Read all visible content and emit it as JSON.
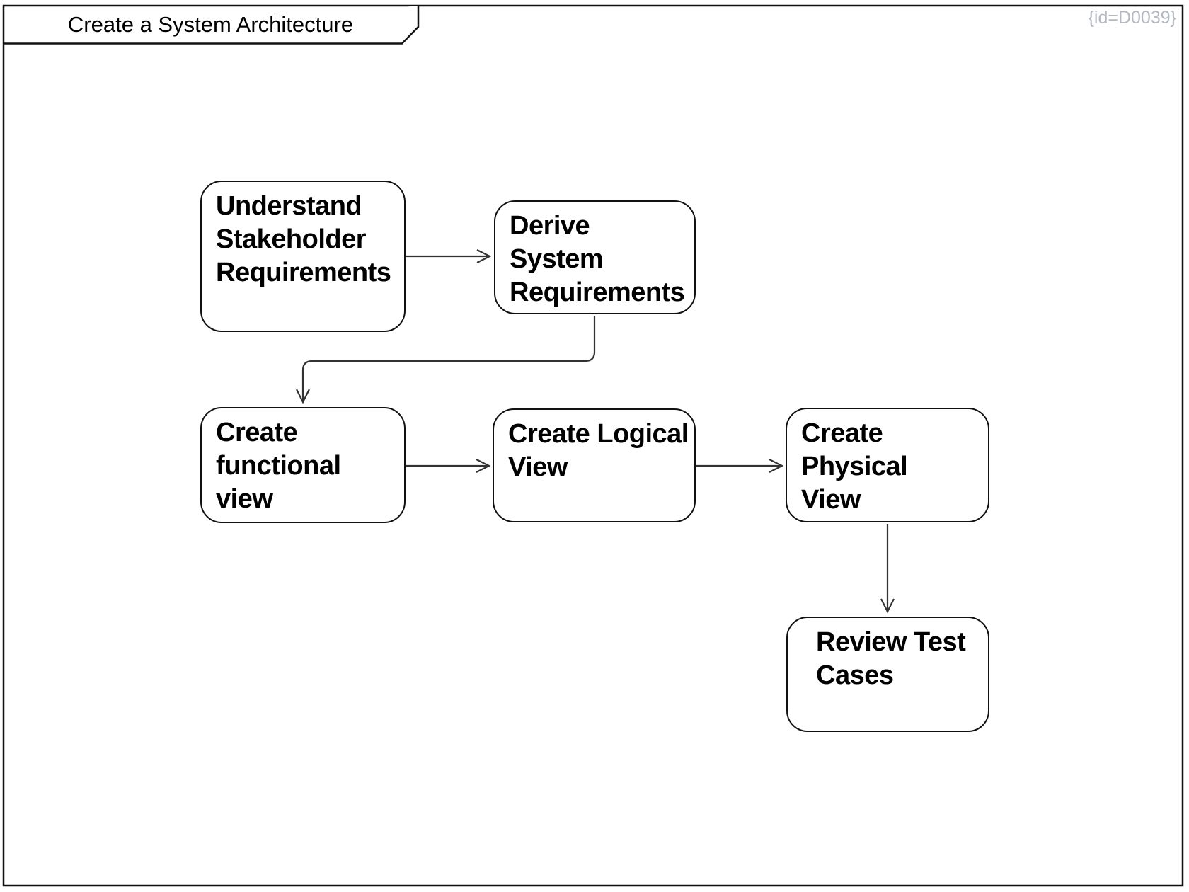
{
  "frame": {
    "title": "Create a System Architecture",
    "id_label": "{id=D0039}"
  },
  "nodes": [
    {
      "id": "n1",
      "label": "Understand\nStakeholder\nRequirements"
    },
    {
      "id": "n2",
      "label": "Derive System\nRequirements"
    },
    {
      "id": "n3",
      "label": "Create\nfunctional view"
    },
    {
      "id": "n4",
      "label": "Create Logical\nView"
    },
    {
      "id": "n5",
      "label": "Create Physical\nView"
    },
    {
      "id": "n6",
      "label": "Review Test\nCases"
    }
  ],
  "edges": [
    {
      "from": "n1",
      "to": "n2",
      "route": "straight-right"
    },
    {
      "from": "n2",
      "to": "n3",
      "route": "elbow-down-left-down"
    },
    {
      "from": "n3",
      "to": "n4",
      "route": "straight-right"
    },
    {
      "from": "n4",
      "to": "n5",
      "route": "straight-right"
    },
    {
      "from": "n5",
      "to": "n6",
      "route": "straight-down"
    }
  ],
  "colors": {
    "background": "#ffffff",
    "node_fill": "#ffffff",
    "node_border": "#111111",
    "edge": "#333333",
    "frame_border": "#111111",
    "title_text": "#000000",
    "node_text": "#000000",
    "id_text": "#b3b9c3"
  }
}
